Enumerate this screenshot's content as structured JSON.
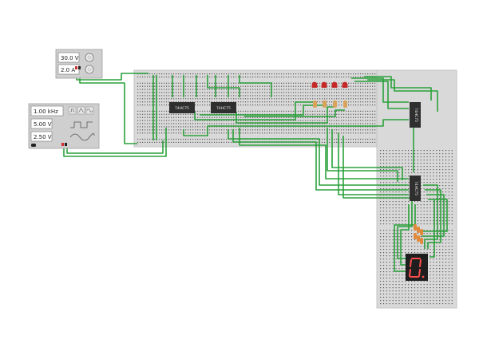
{
  "power_supply": {
    "voltage": "30.0 V",
    "current": "2.0 A"
  },
  "function_generator": {
    "frequency": "1.00 kHz",
    "amplitude": "5.00 V",
    "offset": "2.50 V",
    "waveform_icons": [
      "square-wave-icon",
      "triangle-wave-icon",
      "sine-wave-icon"
    ]
  },
  "chips": {
    "chip_1": "74HC75",
    "chip_2": "74HC75",
    "chip_3": "74HC75",
    "chip_4": "74HC75"
  },
  "seven_segment": {
    "digit": "0."
  },
  "colors": {
    "wire": "#2aa13a",
    "breadboard": "#d9d9d9",
    "breadboard_edge": "#c4c4c4",
    "hole": "#555555",
    "chip": "#2f2f2f",
    "led": "#c62828",
    "resistor": "#d8a35a",
    "terminal_red": "#d32f2f",
    "display": "#1e1e1e",
    "segment": "#ff4d4d"
  }
}
